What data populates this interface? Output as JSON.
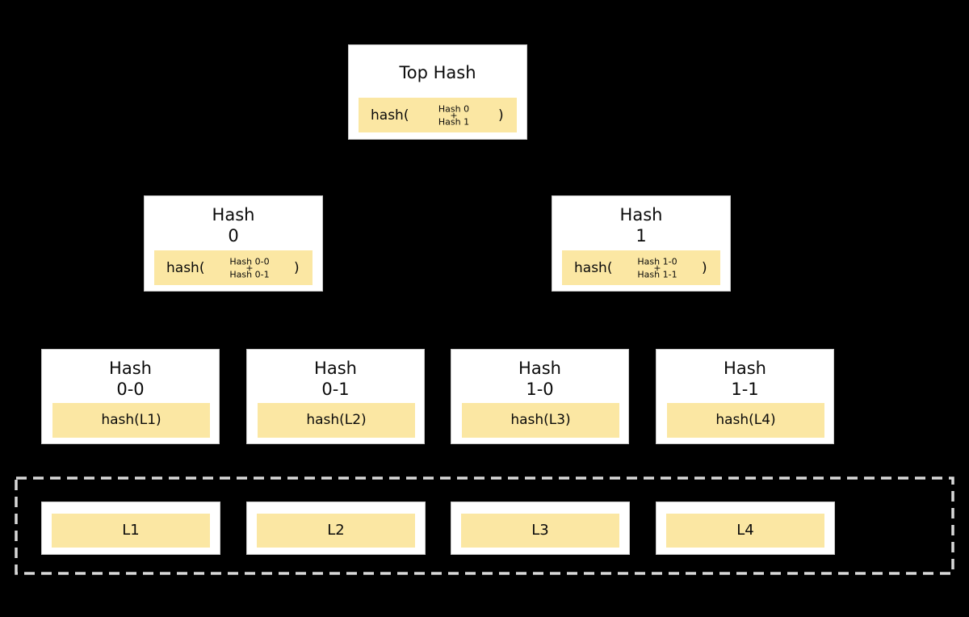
{
  "colors": {
    "background": "#000000",
    "box_fill": "#ffffff",
    "box_border": "#c9c9c9",
    "highlight": "#fbe7a3",
    "data_border": "#d9d9d9",
    "arrow": "#000000",
    "text": "#0a0a0a"
  },
  "root": {
    "title": "Top Hash",
    "hash_prefix": "hash(",
    "operand_top": "Hash 0",
    "operator": "+",
    "operand_bottom": "Hash 1",
    "hash_suffix": ")"
  },
  "internal_nodes": [
    {
      "title_line1": "Hash",
      "title_line2": "0",
      "hash_prefix": "hash(",
      "operand_top": "Hash 0-0",
      "operator": "+",
      "operand_bottom": "Hash 0-1",
      "hash_suffix": ")"
    },
    {
      "title_line1": "Hash",
      "title_line2": "1",
      "hash_prefix": "hash(",
      "operand_top": "Hash 1-0",
      "operator": "+",
      "operand_bottom": "Hash 1-1",
      "hash_suffix": ")"
    }
  ],
  "leaf_nodes": [
    {
      "title_line1": "Hash",
      "title_line2": "0-0",
      "formula": "hash(L1)"
    },
    {
      "title_line1": "Hash",
      "title_line2": "0-1",
      "formula": "hash(L2)"
    },
    {
      "title_line1": "Hash",
      "title_line2": "1-0",
      "formula": "hash(L3)"
    },
    {
      "title_line1": "Hash",
      "title_line2": "1-1",
      "formula": "hash(L4)"
    }
  ],
  "data_blocks": [
    {
      "label": "L1"
    },
    {
      "label": "L2"
    },
    {
      "label": "L3"
    },
    {
      "label": "L4"
    }
  ]
}
